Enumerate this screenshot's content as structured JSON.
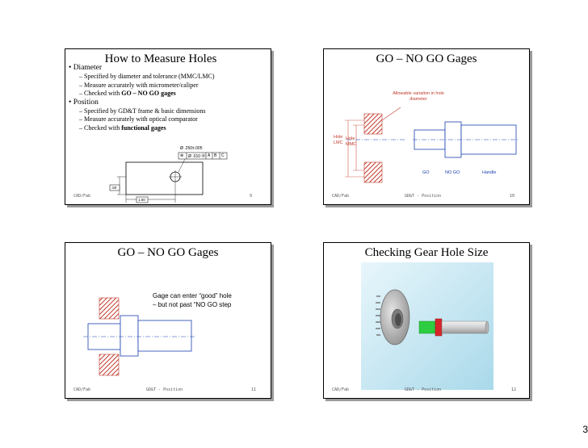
{
  "slides": [
    {
      "title": "How to Measure Holes",
      "bullets": [
        {
          "text": "• Diameter",
          "sub": [
            "– Specified by diameter and tolerance (MMC/LMC)",
            "– Measure accurately with micrometer/caliper",
            "– Checked with ",
            "GO – NO GO gages"
          ]
        },
        {
          "text": "• Position",
          "sub": [
            "– Specified by GD&T frame & basic dimensions",
            "– Measure accurately with optical comparator",
            "– Checked with ",
            "functional gages"
          ]
        }
      ],
      "frame_text": "Ø .250±.005",
      "frame_cells": [
        "⊕",
        "Ø .010 Ⓜ",
        "A",
        "B",
        "C"
      ],
      "dim_v": ".50",
      "dim_h": "1.00",
      "footer_left": "CAD/Fab",
      "footer_right": "9"
    },
    {
      "title": "GO – NO GO Gages",
      "label_variation": "Allowable variation in hole diameter",
      "label_hole_lmc": "Hole LMC",
      "label_hole_mmc": "Hole MMC",
      "label_go": "GO",
      "label_nogo": "NO GO",
      "label_handle": "Handle",
      "footer_left": "CAD/Fab",
      "footer_mid": "GD&T - Position",
      "footer_right": "10"
    },
    {
      "title": "GO – NO GO Gages",
      "caption_1": "Gage can enter “good” hole",
      "caption_2": "– but not past “NO GO step",
      "footer_left": "CAD/Fab",
      "footer_mid": "GD&T - Position",
      "footer_right": "11"
    },
    {
      "title": "Checking Gear Hole Size",
      "footer_left": "CAD/Fab",
      "footer_mid": "GD&T - Position",
      "footer_right": "12"
    }
  ],
  "page_number": "3",
  "colors": {
    "hatch_red": "#c0392b",
    "axis_blue": "#1a3fb0",
    "gage_green": "#2ecc40",
    "gage_red": "#d9252a"
  }
}
